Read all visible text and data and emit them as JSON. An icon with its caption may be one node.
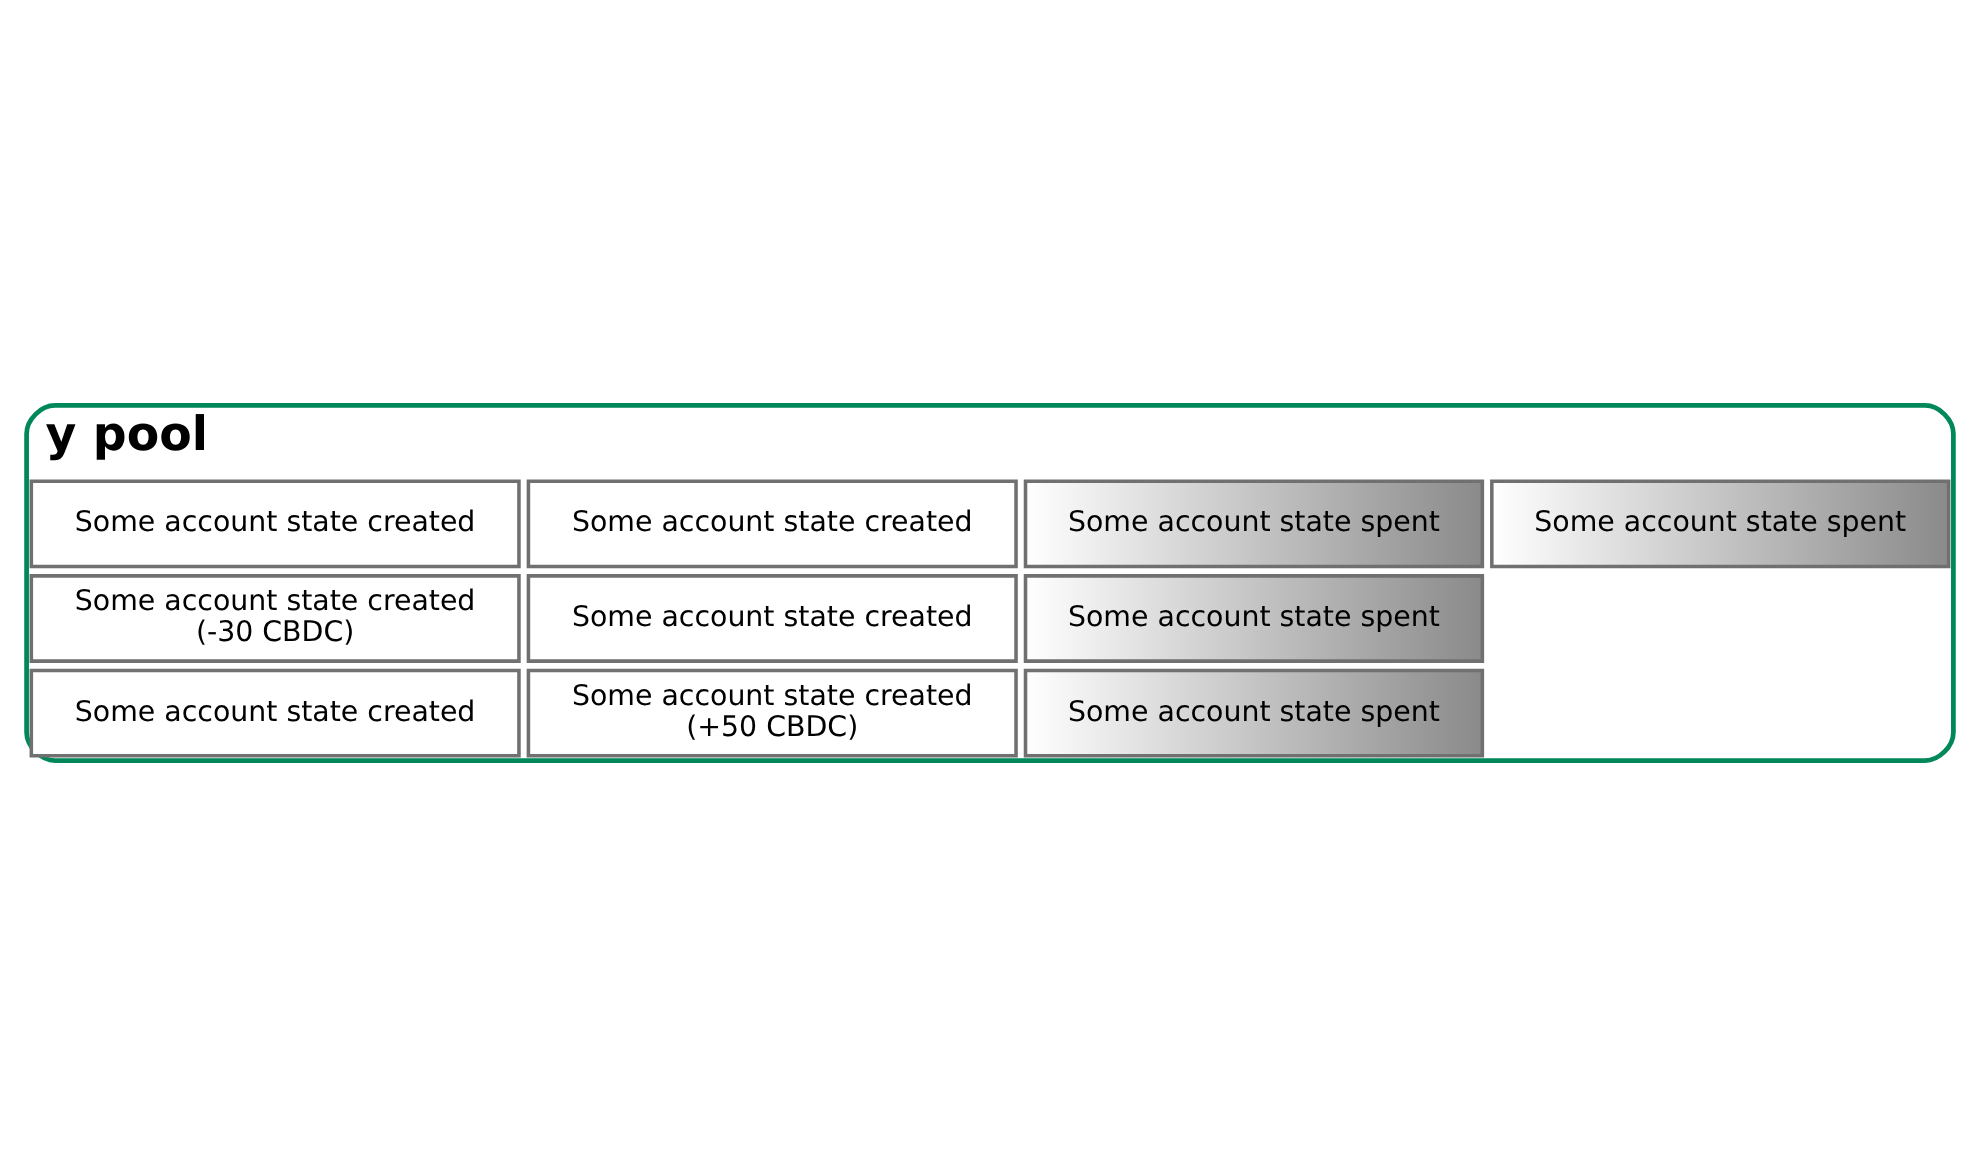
{
  "diagram": {
    "nodes": [
      {
        "text": [
          "y pool"
        ]
      },
      {
        "text": [
          "Some account state created"
        ],
        "in": 0
      },
      {
        "text": [
          "Some account state spent"
        ],
        "in": 0
      },
      {
        "text": [
          "Some account state spent"
        ],
        "in": 0
      },
      {
        "text": [
          "Some account state created (-30 CBDC)"
        ],
        "in": 0
      },
      {
        "text": [
          "Some account state created"
        ],
        "in": 0
      },
      {
        "text": [
          "Some account state spent"
        ],
        "in": 0
      },
      {
        "text": [
          "Some account state created"
        ],
        "in": 0
      },
      {
        "text": [
          "Some account state created"
        ],
        "in": 0
      },
      {
        "text": [
          "Some account state spent"
        ],
        "in": 0
      },
      {
        "text": [
          "Some account state created (+50 CBDC)"
        ],
        "in": 0
      }
    ],
    "edges": []
  }
}
